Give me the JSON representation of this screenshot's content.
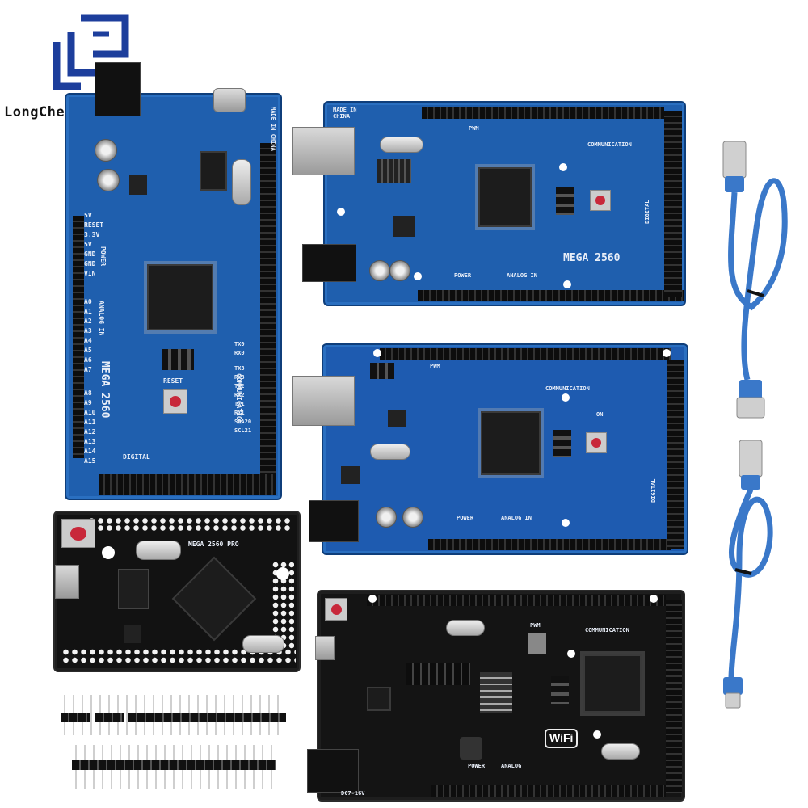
{
  "logo": {
    "text": "LongCheng micro"
  },
  "boards": {
    "type_c_mega": {
      "model": "MEGA 2560",
      "reset_label": "RESET",
      "power_label": "POWER",
      "analog_label": "ANALOG IN",
      "digital_label": "DIGITAL",
      "comm_label": "COMMUNICATION",
      "made_in": "MADE IN CHINA",
      "power_pins": [
        "5V",
        "RESET",
        "3.3V",
        "5V",
        "GND",
        "GND",
        "VIN"
      ],
      "analog_pins": [
        "A0",
        "A1",
        "A2",
        "A3",
        "A4",
        "A5",
        "A6",
        "A7"
      ],
      "analog_pins_b": [
        "A8",
        "A9",
        "A10",
        "A11",
        "A12",
        "A13",
        "A14",
        "A15"
      ],
      "comm_pins": [
        "TX0",
        "RX0",
        "TX3",
        "RX3",
        "TX2",
        "RX2",
        "TX1",
        "RX1",
        "SDA20",
        "SCL21"
      ]
    },
    "classic_mega": {
      "model": "MEGA 2560",
      "made_in": "MADE IN CHINA",
      "comm_label": "COMMUNICATION",
      "pwm_label": "PWM",
      "power_label": "POWER",
      "analog_label": "ANALOG IN",
      "digital_label": "DIGITAL"
    },
    "ch340_mega": {
      "on_label": "ON",
      "pwm_label": "PWM",
      "comm_label": "COMMUNICATION",
      "power_label": "POWER",
      "analog_label": "ANALOG IN",
      "digital_label": "DIGITAL"
    },
    "mega_pro": {
      "model": "MEGA 2560 PRO"
    },
    "wifi_mega": {
      "wifi_badge": "WiFi",
      "comm_label": "COMMUNICATION",
      "pwm_label": "PWM",
      "power_label": "POWER",
      "analog_label": "ANALOG",
      "voltage": "DC7-16V"
    }
  },
  "accessories": {
    "cable_color": "#3a78c9",
    "header_color": "#111111"
  }
}
